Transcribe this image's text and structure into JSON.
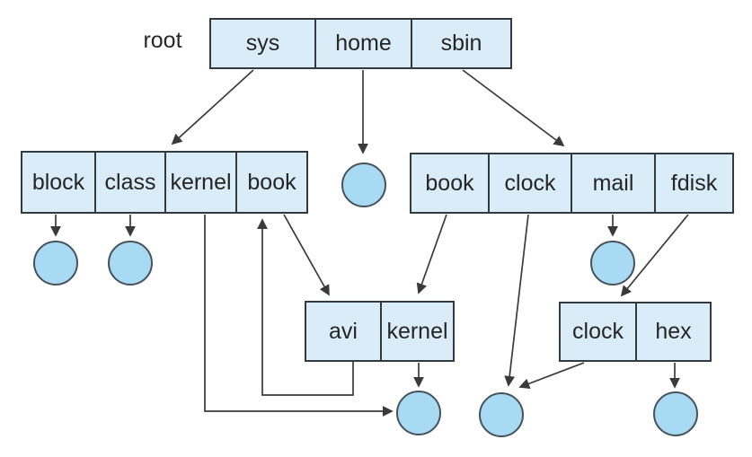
{
  "figure": {
    "label_root": "root",
    "tables": {
      "root": {
        "cells": [
          "sys",
          "home",
          "sbin"
        ]
      },
      "sys_children": {
        "cells": [
          "block",
          "class",
          "kernel",
          "book"
        ]
      },
      "sbin_children": {
        "cells": [
          "book",
          "clock",
          "mail",
          "fdisk"
        ]
      },
      "shared_mid": {
        "cells": [
          "avi",
          "kernel"
        ]
      },
      "shared_right": {
        "cells": [
          "clock",
          "hex"
        ]
      }
    },
    "colors": {
      "table_fill": "#d9ecf8",
      "table_border": "#323a40",
      "circle_fill": "#a9daf3",
      "circle_border": "#47525b",
      "line": "#3a3a3a",
      "text": "#262626"
    }
  }
}
